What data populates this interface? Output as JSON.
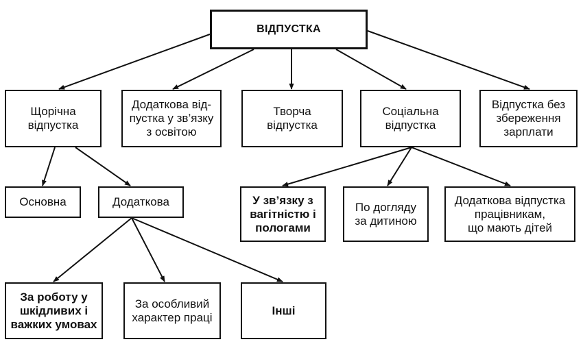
{
  "diagram": {
    "root": {
      "label": "ВІДПУСТКА"
    },
    "level1": {
      "annual": "Щорічна\nвідпустка",
      "education": "Додаткова від-\nпустка у зв’язку\nз освітою",
      "creative": "Творча\nвідпустка",
      "social": "Соціальна\nвідпустка",
      "unpaid": "Відпустка без\nзбереження\nзарплати"
    },
    "annual_children": {
      "basic": "Основна",
      "additional": "Додаткова"
    },
    "social_children": {
      "pregnancy": "У зв’язку з\nвагітністю і\nпологами",
      "childcare": "По догляду\nза дитиною",
      "parents": "Додаткова відпустка\nпрацівникам,\nщо мають дітей"
    },
    "additional_children": {
      "harmful": "За роботу у\nшкідливих і\nважких умовах",
      "special": "За особливий\nхарактер праці",
      "other": "Інші"
    }
  }
}
